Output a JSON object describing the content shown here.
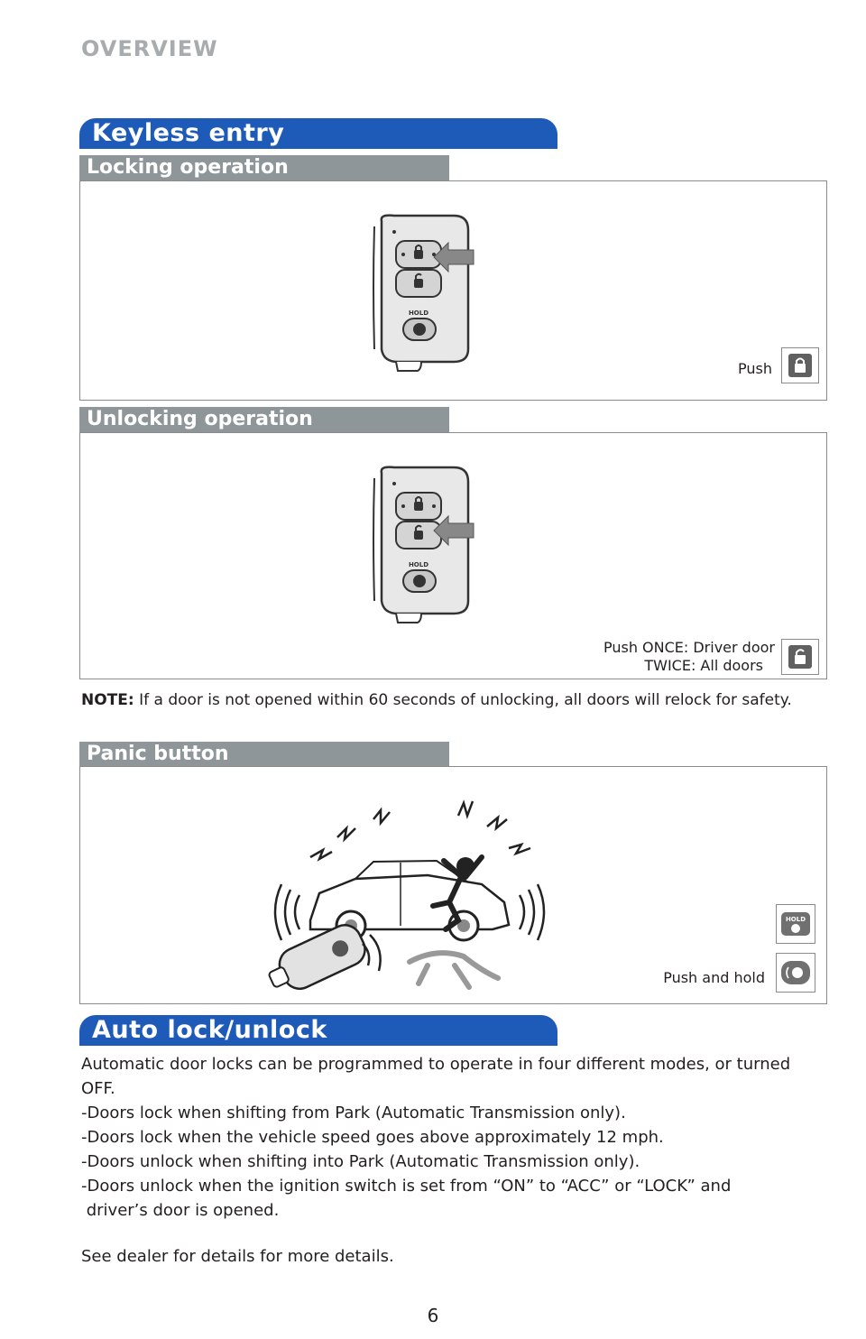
{
  "page": {
    "section_title": "OVERVIEW",
    "page_number": "6"
  },
  "keyless": {
    "banner": "Keyless entry",
    "locking": {
      "header": "Locking operation",
      "caption": "Push",
      "icon": "lock-closed-icon"
    },
    "unlocking": {
      "header": "Unlocking operation",
      "caption_line1": "Push ONCE: Driver door",
      "caption_line2": "TWICE: All doors",
      "icon": "lock-open-icon"
    },
    "note_label": "NOTE:",
    "note_text": " If a door is not opened within 60 seconds of unlocking, all doors will relock for safety.",
    "panic": {
      "header": "Panic button",
      "caption": "Push and hold",
      "icon_hold": "HOLD",
      "icons": [
        "panic-hold-icon",
        "panic-icon"
      ]
    }
  },
  "fob": {
    "hold_label": "HOLD"
  },
  "auto": {
    "banner": "Auto lock/unlock",
    "intro": "Automatic door locks can be programmed to operate in four different modes, or turned OFF.",
    "items": [
      "-Doors lock when shifting from Park (Automatic Transmission only).",
      "-Doors lock when the vehicle speed goes above approximately 12 mph.",
      "-Doors unlock when shifting into Park (Automatic Transmission only).",
      "-Doors unlock when the ignition switch is set from “ON” to “ACC” or “LOCK” and",
      " driver’s door is opened."
    ],
    "footer": "See dealer for details for more details."
  },
  "colors": {
    "banner_blue": "#1e5bb8",
    "subheader_gray": "#8f969a",
    "overview_gray": "#a8acaf"
  }
}
